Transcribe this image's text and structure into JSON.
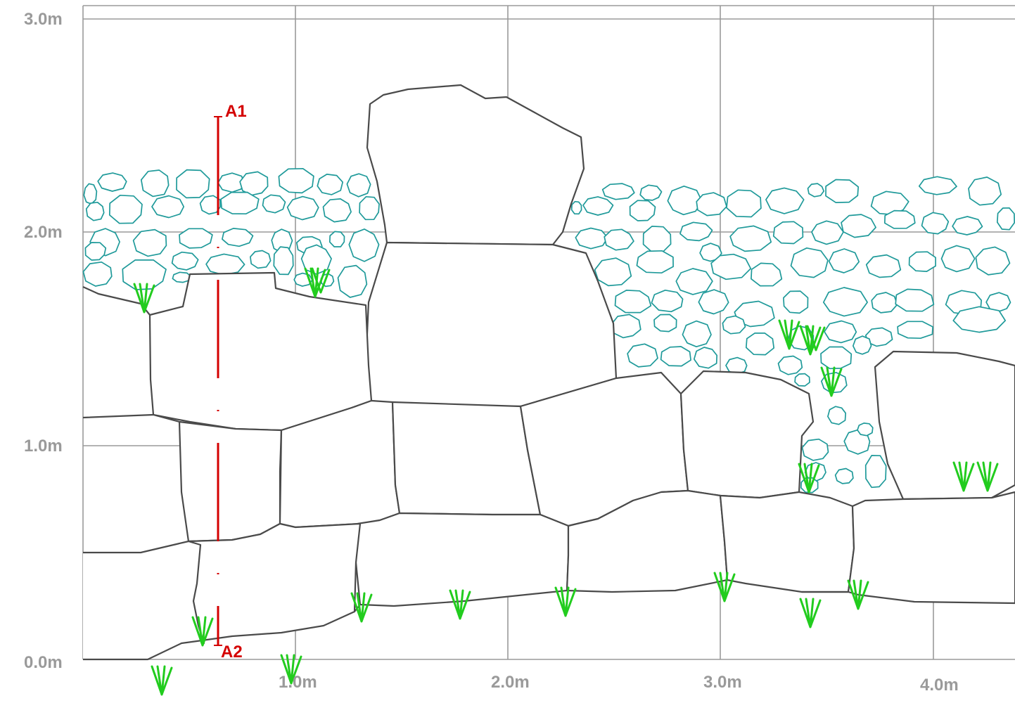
{
  "y_axis": {
    "labels": [
      "3.0m",
      "2.0m",
      "1.0m",
      "0.0m"
    ]
  },
  "x_axis": {
    "labels": [
      "1.0m",
      "2.0m",
      "3.0m",
      "4.0m"
    ]
  },
  "section_marker": {
    "start_label": "A1",
    "end_label": "A2",
    "color": "#d40000"
  },
  "colors": {
    "grid": "#9a9a9a",
    "large_stone_outline": "#4a4a4a",
    "small_stone_outline": "#1f9a9a",
    "vegetation": "#22cc1e"
  },
  "icons": [
    "grass-tuft-icon"
  ]
}
